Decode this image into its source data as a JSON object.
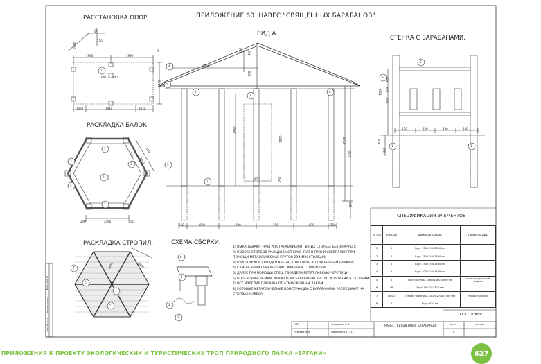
{
  "sheet": {
    "main_title": "ПРИЛОЖЕНИЕ 60. НАВЕС \"СВЯЩЕННЫХ БАРАБАНОВ\"",
    "view_title": "ВИД А.",
    "section_supports": "РАССТАНОВКА ОПОР.",
    "section_beams": "РАСКЛАДКА БАЛОК.",
    "section_rafters": "РАСКЛАДКА СТРОПИЛ.",
    "section_assembly": "СХЕМА СБОРКИ.",
    "section_wall": "СТЕНКА С БАРАБАНАМИ.",
    "spec_title": "СПЕЦИФИКАЦИЯ ЭЛЕМЕНТОВ"
  },
  "dims_supports": {
    "d1": "2050",
    "d2": "50",
    "d3": "150",
    "d4": "1990",
    "d5": "1990",
    "d6": "200",
    "d7": "200",
    "d8": "1020",
    "d9": "1940",
    "d10": "1020",
    "d11": "1720",
    "d12": "1720"
  },
  "dims_beams": {
    "d1": "200",
    "d2": "2090",
    "d3": "200",
    "d4": "150",
    "d5": "2490",
    "d6": "150"
  },
  "dims_rafters": {
    "d1": "1900",
    "d2": "1900"
  },
  "dims_view": {
    "d1": "2430",
    "d2": "150",
    "d3": "450",
    "d4": "450",
    "d5": "4550",
    "d6": "1800",
    "d7": "870",
    "d8": "250",
    "d9": "2500",
    "d10": "3300",
    "d11": "800",
    "b1": "250",
    "b2": "870",
    "b3": "790",
    "b4": "790",
    "b5": "870",
    "b6": "250"
  },
  "dims_wall": {
    "d1": "1500",
    "d2": "500",
    "d3": "100",
    "d4": "500",
    "d5": "800",
    "d6": "400",
    "w1": "450",
    "w2": "450",
    "w3": "450",
    "w4": "450"
  },
  "callouts": {
    "c1": "1",
    "c2": "2",
    "c3": "3",
    "c4": "4",
    "c5": "5",
    "c6": "6",
    "c7": "7",
    "c8": "8"
  },
  "notes": [
    "1) ВЫКАПЫВАЮТ ЯМЫ И УСТАНАВЛИВАЮТ В НИХ СТОЛБЫ, БЕТОНИРУЮТ;",
    "2) ПОВЕРХ СТОЛБОВ УКЛАДЫВАЮТ БРУС (ПАЗ В ПАЗ) И СКРЕПЛЯЮТ ПРИ",
    "    ПОМОЩИ МЕТАЛЛИЧЕСКИХ ПРУТОВ 20 ММ К СТОЛБАМ;",
    "3) ПРИ ПОМОЩИ ГВОЗДЕЙ КРЕПЯТ СТРОПИЛЫ К ПОПЕРЕЧНЫМ БАЛКАМ;",
    "4) САМОРЕЗАМИ ПРИКРЕПЛЯЮТ ФАНЕРУ К СТРОПИЛАМ;",
    "5) ДАЛЕЕ ПРИ ПОМОЩИ СПЕЦ. ГВОЗДЕЙ КРЕПЯТ ГИБКУЮ ЧЕРЕПИЦУ;",
    "6) ПОПЕРЕЧНЫЕ РЕЙКИ, ДЕРЖАТЕЛИ БАРАБАНОВ КРЕПЯТ УГОЛКАМИ К СТОЛБАМ;",
    "7) ВСЁ ИЗДЕЛИЕ ПОКРЫВАЮТ АТМОСФЕРНЫМ ЛАКОМ;",
    "8) ГОТОВЫЕ МЕТАЛЛИЧЕСКИЕ КОНСТРУКЦИИ С БАРАБАНАМИ РАЗМЕЩАЮТ НА",
    "    СТОЛБАХ НАВЕСА."
  ],
  "spec_table": {
    "headers": [
      "№ п/п",
      "КОЛ-ВО",
      "НАИМЕНОВАНИЕ",
      "ПРИМЕЧАНИЕ"
    ],
    "rows": [
      [
        "1",
        "6",
        "Брус 150х150х3300 мм",
        ""
      ],
      [
        "2",
        "6",
        "Брус 150х150х2490 мм",
        ""
      ],
      [
        "3",
        "6",
        "Брус 150х150х2430 мм",
        ""
      ],
      [
        "4",
        "6",
        "Брус 100х100х2430 мм",
        ""
      ],
      [
        "5",
        "6",
        "Лист фанеры 1880х1880х1900 мм",
        "лист треугольной формы"
      ],
      [
        "6",
        "18",
        "Брус 70х70х1300 мм",
        ""
      ],
      [
        "7",
        "15 м2",
        "Гибкая черепица 1000х1000х1500 мм",
        "набор гвоздей"
      ],
      [
        "8",
        "6",
        "Прут Ф20 мм",
        ""
      ]
    ]
  },
  "title_block": {
    "org": "ООО \"ЛЭНД\"",
    "doc_name": "НАВЕС \"СВЯЩЕННЫХ БАРАБАНОВ\"",
    "role1": "ГИП",
    "name1": "Федорова С.Н.",
    "role2": "Разработала",
    "name2": "Лавриненко С.З.",
    "sheet_label": "лист",
    "sheets_label": "листов",
    "sheet_no": "1",
    "sheets_no": "1",
    "side1": "Инв. № подл.",
    "side2": "Подпись и дата",
    "side3": "Взам. инв. №"
  },
  "footer": {
    "caption": "ПРИЛОЖЕНИЯ К ПРОЕКТУ ЭКОЛОГИЧЕСКИХ И ТУРИСТИЧЕСКИХ ТРОП ПРИРОДНОГО ПАРКА «ЕРГАКИ»",
    "page_number": "627"
  },
  "colors": {
    "accent": "#7cc242",
    "ink": "#222222"
  }
}
